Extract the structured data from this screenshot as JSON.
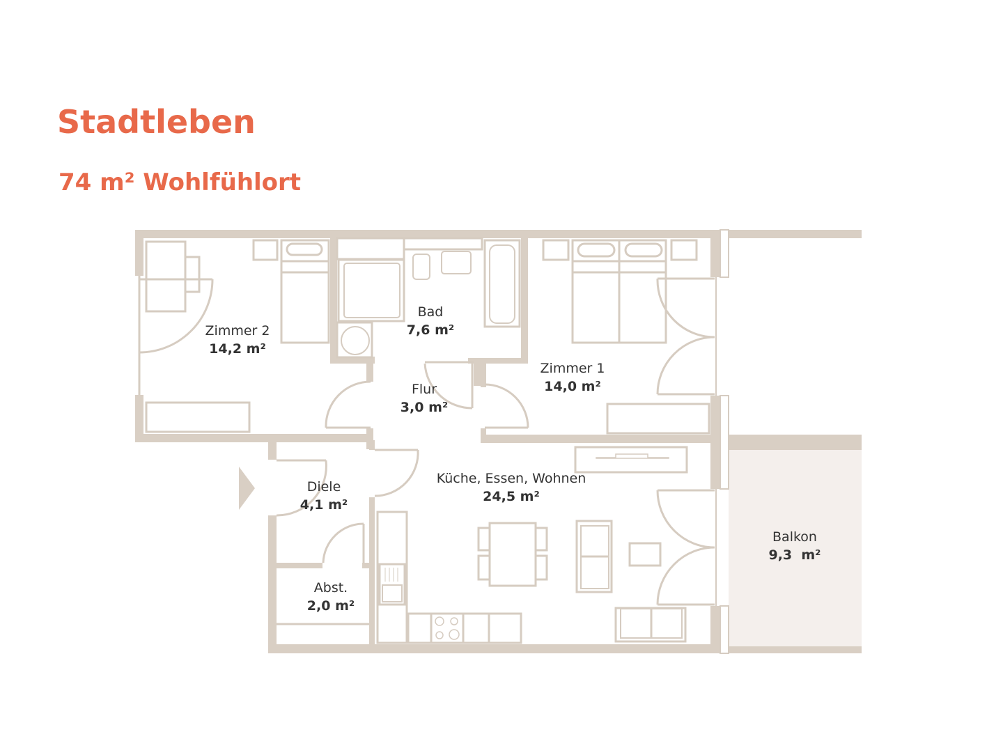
{
  "header": {
    "title": "Stadtleben",
    "subtitle": "74 m² Wohlfühlort"
  },
  "colors": {
    "accent": "#e8694a",
    "wall": "#d9cfc4",
    "furniture_line": "#d6ccc1",
    "balcony_fill": "#f4efec",
    "label_text": "#333333"
  },
  "rooms": [
    {
      "id": "zimmer-2",
      "name": "Zimmer 2",
      "area": "14,2 m²"
    },
    {
      "id": "bad",
      "name": "Bad",
      "area": "7,6 m²"
    },
    {
      "id": "zimmer-1",
      "name": "Zimmer 1",
      "area": "14,0 m²"
    },
    {
      "id": "flur",
      "name": "Flur",
      "area": "3,0 m²"
    },
    {
      "id": "diele",
      "name": "Diele",
      "area": "4,1 m²"
    },
    {
      "id": "kueche-essen-wohnen",
      "name": "Küche, Essen, Wohnen",
      "area": "24,5 m²"
    },
    {
      "id": "abst",
      "name": "Abst.",
      "area": "2,0 m²"
    },
    {
      "id": "balkon",
      "name": "Balkon",
      "area": "9,3  m²"
    }
  ],
  "icons": {
    "entrance": "entrance-arrow-icon"
  }
}
